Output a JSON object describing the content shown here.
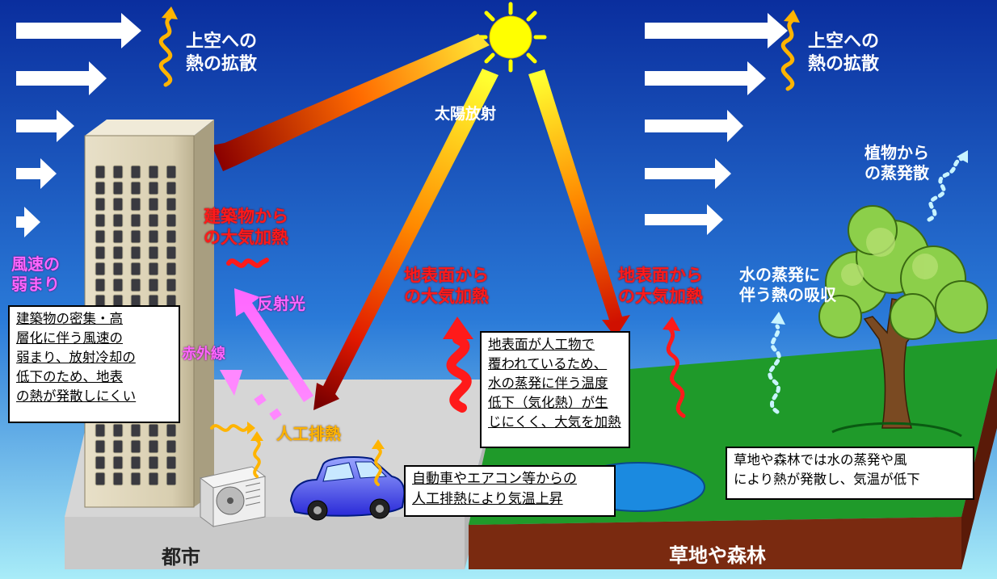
{
  "labels": {
    "heat_diffusion_left": "上空への\n熱の拡散",
    "heat_diffusion_right": "上空への\n熱の拡散",
    "solar_radiation": "太陽放射",
    "building_heating": "建築物から\nの大気加熱",
    "wind_weakening": "風速の\n弱まり",
    "reflected_light": "反射光",
    "infrared": "赤外線",
    "artificial_heat": "人工排熱",
    "surface_heating_city": "地表面から\nの大気加熱",
    "surface_heating_grass": "地表面から\nの大気加熱",
    "water_evaporation": "水の蒸発に\n伴う熱の吸収",
    "plant_evapotranspiration": "植物から\nの蒸発散",
    "city": "都市",
    "grassland_forest": "草地や森林"
  },
  "boxes": {
    "building_box": "建築物の密集・高\n層化に伴う風速の\n弱まり、放射冷却の\n低下のため、地表\nの熱が発散しにくい",
    "surface_box": "地表面が人工物で\n覆われているため、\n水の蒸発に伴う温度\n低下（気化熱）が生\nじにくく、大気を加熱",
    "car_box": "自動車やエアコン等からの\n人工排熱により気温上昇",
    "grass_box": "草地や森林では水の蒸発や風\nにより熱が発散し、気温が低下"
  },
  "colors": {
    "sky_top": "#0a2e9e",
    "sky_bottom": "#8fe3f5",
    "grass": "#1f9a2a",
    "soil": "#7a2a10",
    "city_ground": "#d4d4d4",
    "sun": "#ffff00",
    "heat_red": "#ff1a1a"
  }
}
